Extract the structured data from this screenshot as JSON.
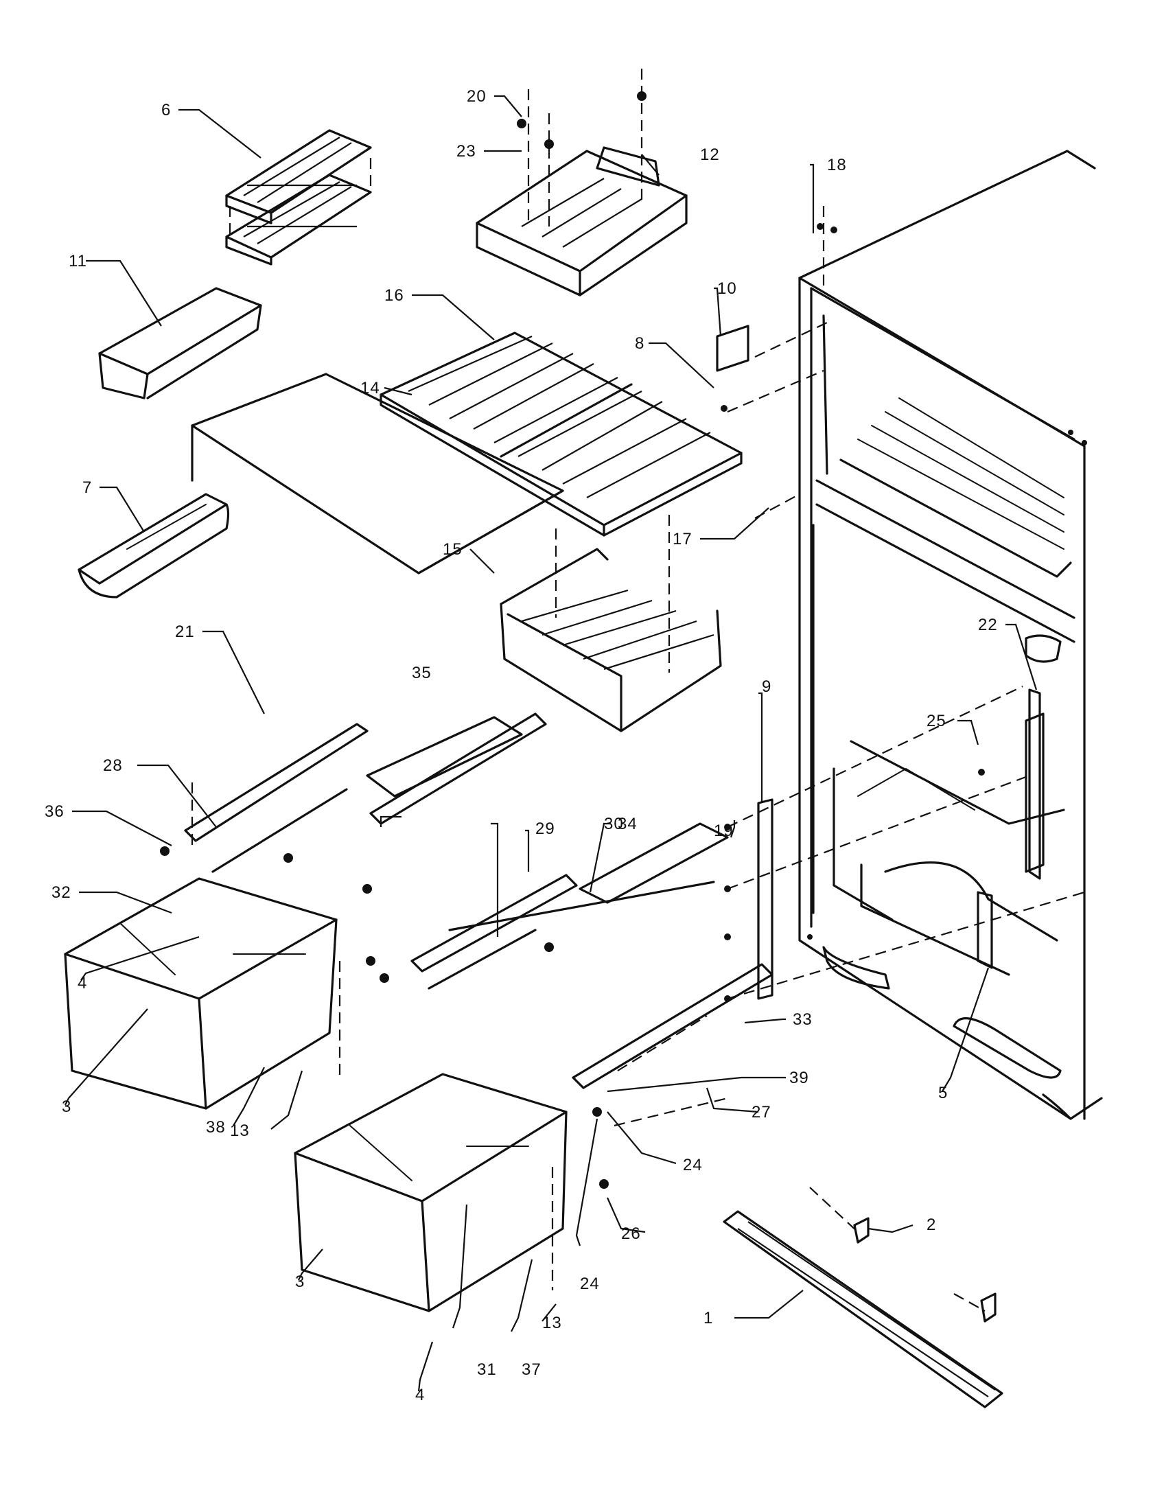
{
  "callouts": {
    "c1": "1",
    "c2": "2",
    "c3a": "3",
    "c3b": "3",
    "c4a": "4",
    "c4b": "4",
    "c5": "5",
    "c6": "6",
    "c7": "7",
    "c8": "8",
    "c9": "9",
    "c10": "10",
    "c11": "11",
    "c12": "12",
    "c13a": "13",
    "c13b": "13",
    "c14": "14",
    "c15": "15",
    "c16": "16",
    "c17": "17",
    "c18": "18",
    "c19": "19",
    "c20": "20",
    "c21": "21",
    "c22": "22",
    "c23": "23",
    "c24a": "24",
    "c24b": "24",
    "c25": "25",
    "c26": "26",
    "c27": "27",
    "c28": "28",
    "c29": "29",
    "c30": "30",
    "c31": "31",
    "c32": "32",
    "c33": "33",
    "c34": "34",
    "c35": "35",
    "c36": "36",
    "c37": "37",
    "c38": "38",
    "c39": "39"
  }
}
